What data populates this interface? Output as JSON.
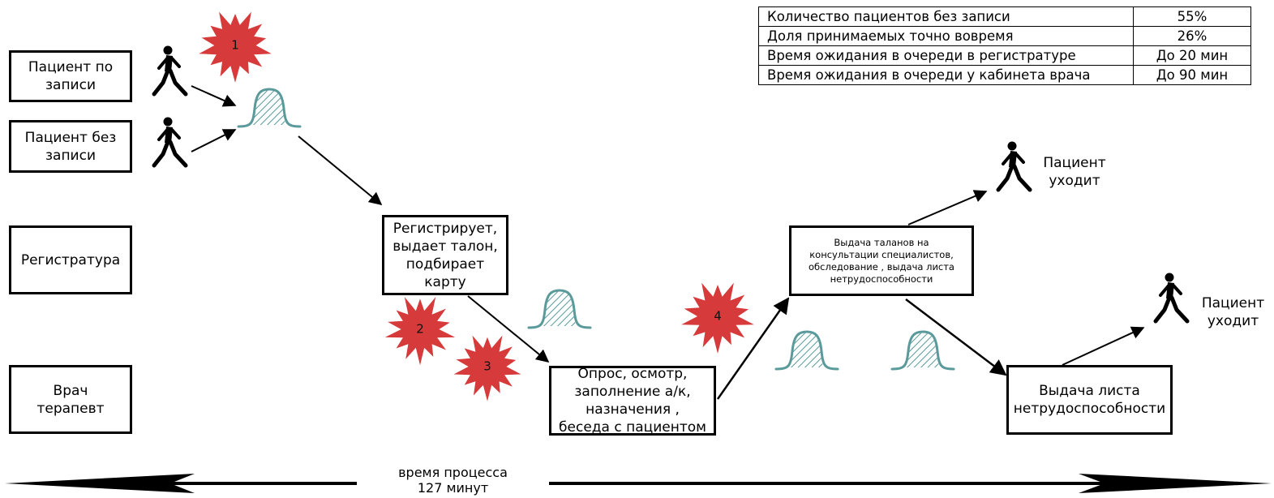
{
  "lanes": {
    "scheduled": "Пациент по\nзаписи",
    "unscheduled": "Пациент без\nзаписи",
    "registry": "Регистратура",
    "doctor": "Врач\nтерапевт"
  },
  "steps": {
    "register": "Регистрирует,\nвыдает талон,\nподбирает\nкарту",
    "exam": "Опрос, осмотр,\nзаполнение а/к,\nназначения ,\nбеседа с пациентом",
    "referrals": "Выдача таланов на\nконсультации специалистов,\nобследование , выдача листа\nнетрудоспособности",
    "sick_leave": "Выдача листа\nнетрудоспособности"
  },
  "exits": {
    "exit1": "Пациент\nуходит",
    "exit2": "Пациент\nуходит"
  },
  "problems": [
    "1",
    "2",
    "3",
    "4"
  ],
  "timeline": {
    "label": "время процесса\n127 минут"
  },
  "stats": [
    {
      "label": "Количество пациентов без записи",
      "value": "55%"
    },
    {
      "label": "Доля принимаемых точно вовремя",
      "value": "26%"
    },
    {
      "label": "Время ожидания в очереди в регистратуре",
      "value": "До 20 мин"
    },
    {
      "label": "Время ожидания в очереди у кабинета врача",
      "value": "До 90 мин"
    }
  ],
  "colors": {
    "problem_star": "#d63a3a",
    "queue_teal": "#5b9a9a",
    "arrow": "#000000"
  },
  "icons": {
    "person": "walking-person-icon",
    "queue": "queue-bell-icon",
    "problem": "burst-star-icon"
  }
}
